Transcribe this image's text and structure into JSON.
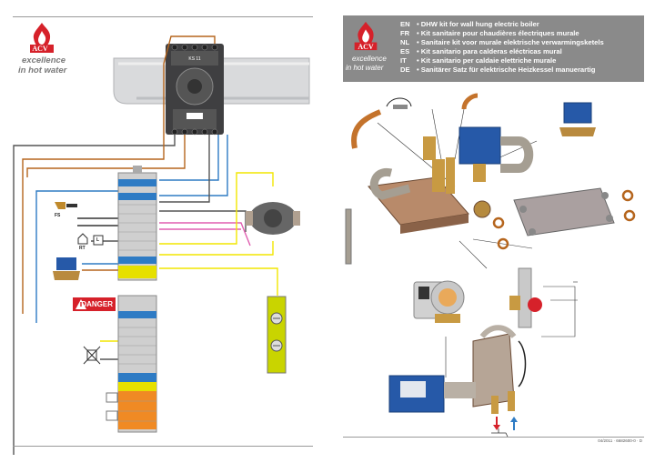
{
  "brand": {
    "logo_text": "ACV",
    "tagline_line1": "excellence",
    "tagline_line2": "in hot water",
    "colors": {
      "logo_red": "#d6212a",
      "header_grey": "#8a8a8a",
      "tagline_grey": "#7a7a7a"
    }
  },
  "left_page": {
    "relay_label": "KS 11",
    "danger_label": "DANGER",
    "component_labels": {
      "fs": "FS",
      "rt": "RT",
      "l": "L"
    }
  },
  "right_page": {
    "languages": [
      {
        "code": "EN",
        "text": "• DHW kit for wall hung electric boiler"
      },
      {
        "code": "FR",
        "text": "• Kit sanitaire pour chaudières électriques murale"
      },
      {
        "code": "NL",
        "text": "• Sanitaire kit voor murale elektrische verwarmingsketels"
      },
      {
        "code": "ES",
        "text": "• Kit sanitario para calderas eléctricas mural"
      },
      {
        "code": "IT",
        "text": "• Kit sanitario per caldaie elettriche murale"
      },
      {
        "code": "DE",
        "text": "• Sanitärer Satz für elektrische Heizkessel manuerartig"
      }
    ],
    "footer_code": "04/2011 · 6682600-0 · D"
  }
}
